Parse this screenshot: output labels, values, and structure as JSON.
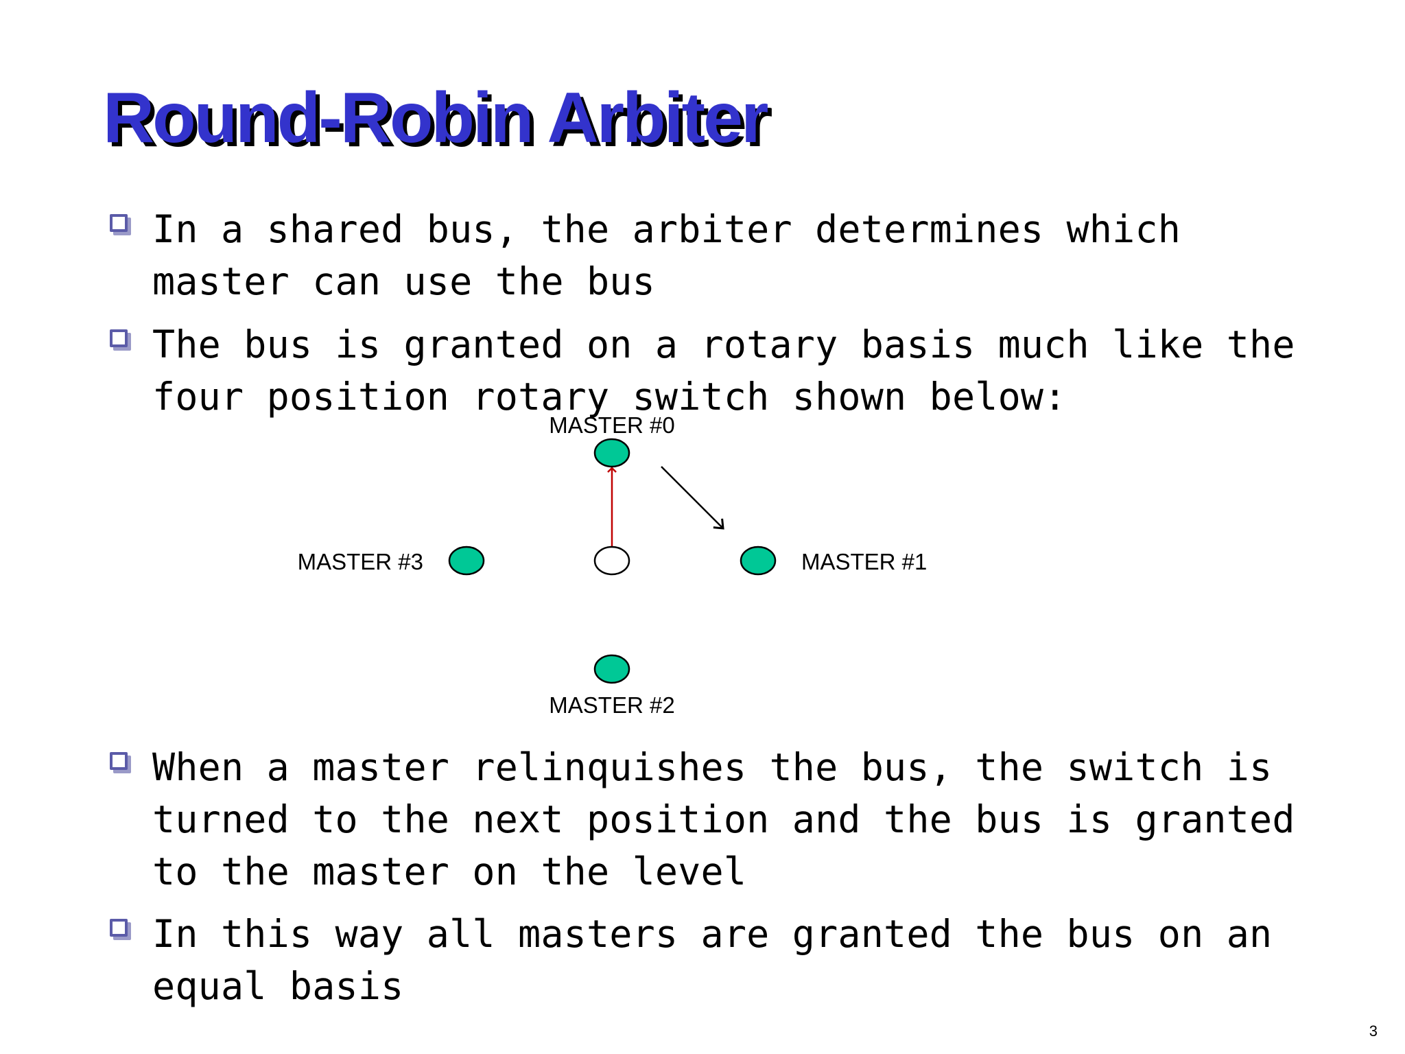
{
  "title": "Round-Robin Arbiter",
  "bullets": [
    {
      "text": "In a shared bus, the arbiter determines which\nmaster can use the bus"
    },
    {
      "text": "The bus is granted on a rotary basis much like the\nfour position rotary switch shown below:"
    },
    {
      "text": "When a master relinquishes the bus, the switch is\nturned to the next position and the bus is granted\nto the master on the level"
    },
    {
      "text": "In this way all masters are granted the bus on an\nequal basis"
    }
  ],
  "diagram": {
    "master0": "MASTER #0",
    "master1": "MASTER #1",
    "master2": "MASTER #2",
    "master3": "MASTER #3",
    "colors": {
      "node_fill": "#00c896",
      "pivot_fill": "#ffffff",
      "pointer": "#c00000",
      "rotation_arrow": "#000000"
    }
  },
  "page_number": "3"
}
